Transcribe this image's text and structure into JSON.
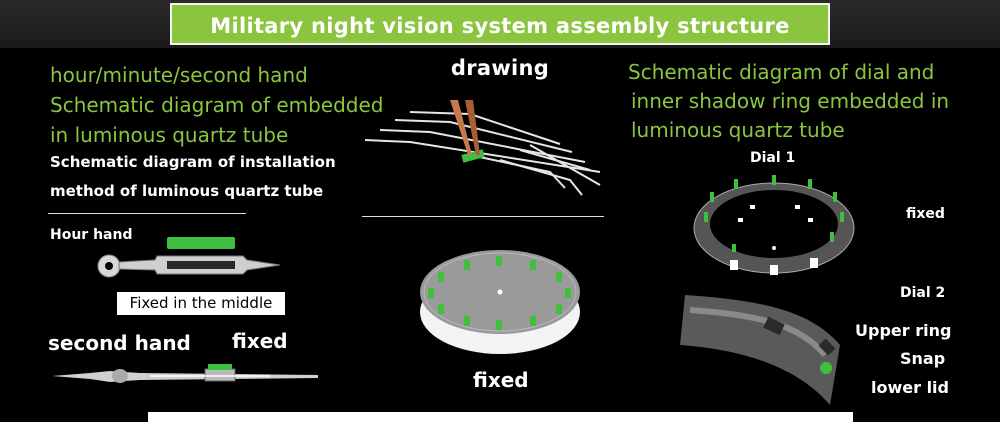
{
  "title": "Military night vision system assembly structure drawing",
  "left": {
    "heading_lines": [
      "hour/minute/second hand",
      "Schematic diagram of embedded",
      "in luminous quartz tube"
    ],
    "subheading_lines": [
      "Schematic diagram of installation",
      "method of luminous quartz tube"
    ],
    "hour_hand_label": "Hour hand",
    "fixed_middle_label": "Fixed in the middle",
    "second_hand_label": "second hand",
    "fixed_label": "fixed"
  },
  "center": {
    "fixed_label": "fixed"
  },
  "right": {
    "heading_lines": [
      "Schematic diagram of dial and",
      "inner shadow ring embedded in",
      "luminous quartz tube"
    ],
    "dial1_label": "Dial 1",
    "fixed_label": "fixed",
    "dial2_label": "Dial 2",
    "upper_ring_label": "Upper ring",
    "snap_label": "Snap",
    "lower_lid_label": "lower lid"
  },
  "colors": {
    "accent": "#8bc53f",
    "tube": "#3fbf3f",
    "background": "#000000"
  }
}
